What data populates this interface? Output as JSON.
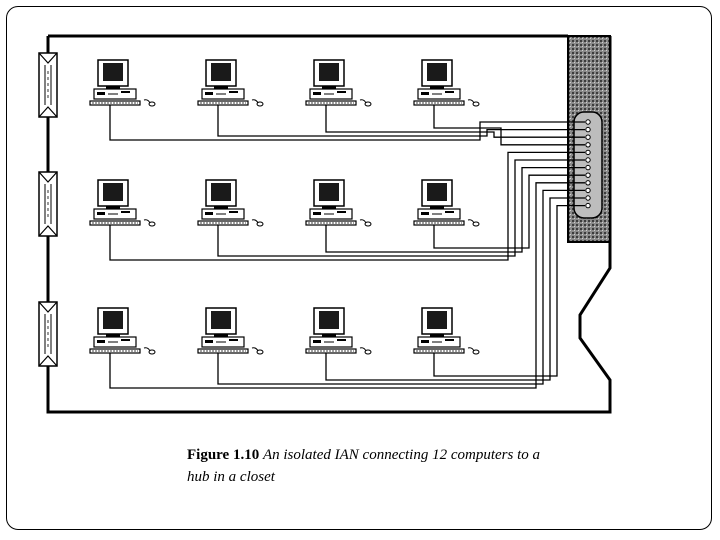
{
  "caption": {
    "figure_number": "Figure 1.10",
    "text": "An isolated IAN connecting 12 computers to a hub in a closet"
  },
  "diagram": {
    "rows": 3,
    "computers_per_row": 4,
    "computer_count": 12,
    "hub_fill": "#8a8a8a",
    "line_color": "#000000"
  }
}
